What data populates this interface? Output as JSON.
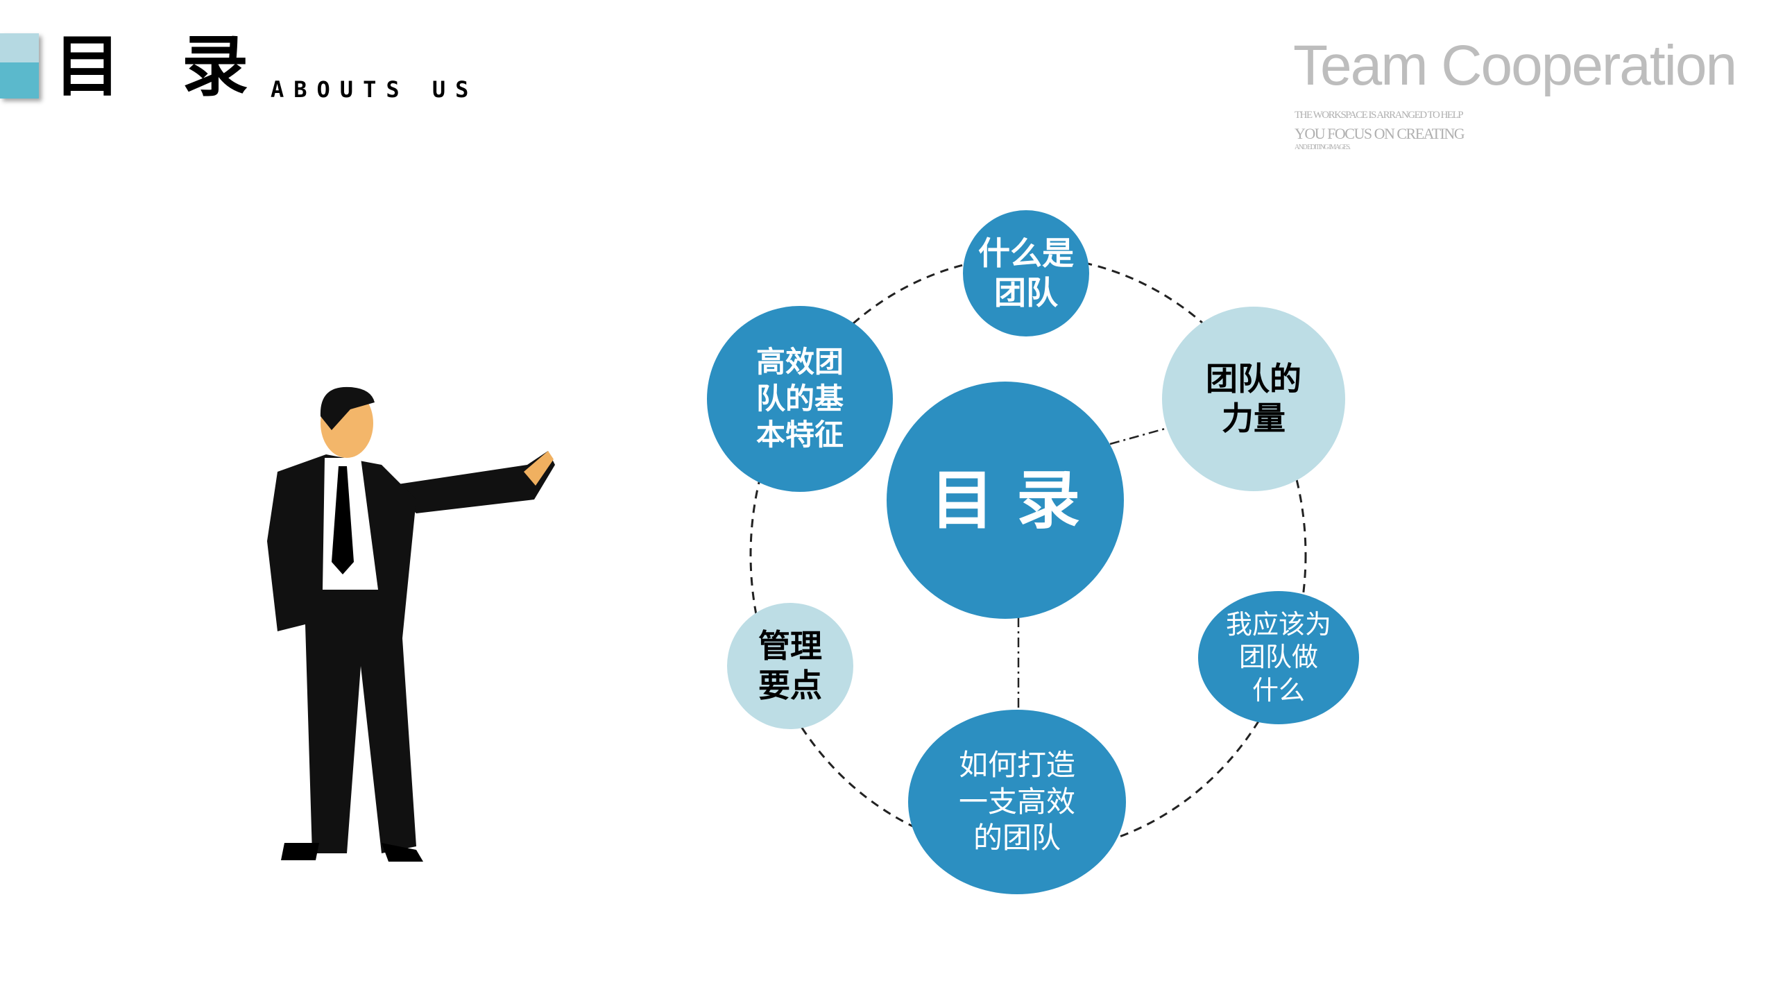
{
  "header": {
    "title_char1": "目",
    "title_char2": "录",
    "subtitle": "ABOUTS US"
  },
  "brand": {
    "title": "Team Cooperation",
    "line1": "THE WORKSPACE IS ARRANGED TO HELP",
    "line2": "YOU FOCUS ON CREATING",
    "line3": "AND EDITING IMAGES."
  },
  "diagram": {
    "center": "目 录",
    "nodes": [
      {
        "label": "什么是\n团队"
      },
      {
        "label": "团队的\n力量"
      },
      {
        "label": "我应该为\n团队做\n什么"
      },
      {
        "label": "如何打造\n一支高效\n的团队"
      },
      {
        "label": "管理\n要点"
      },
      {
        "label": "高效团\n队的基\n本特征"
      }
    ]
  },
  "colors": {
    "primary": "#2c8fc1",
    "light": "#bddde5",
    "accent": "#5bb9cc"
  },
  "illustration": {
    "icon": "businessman-pointing-icon"
  }
}
